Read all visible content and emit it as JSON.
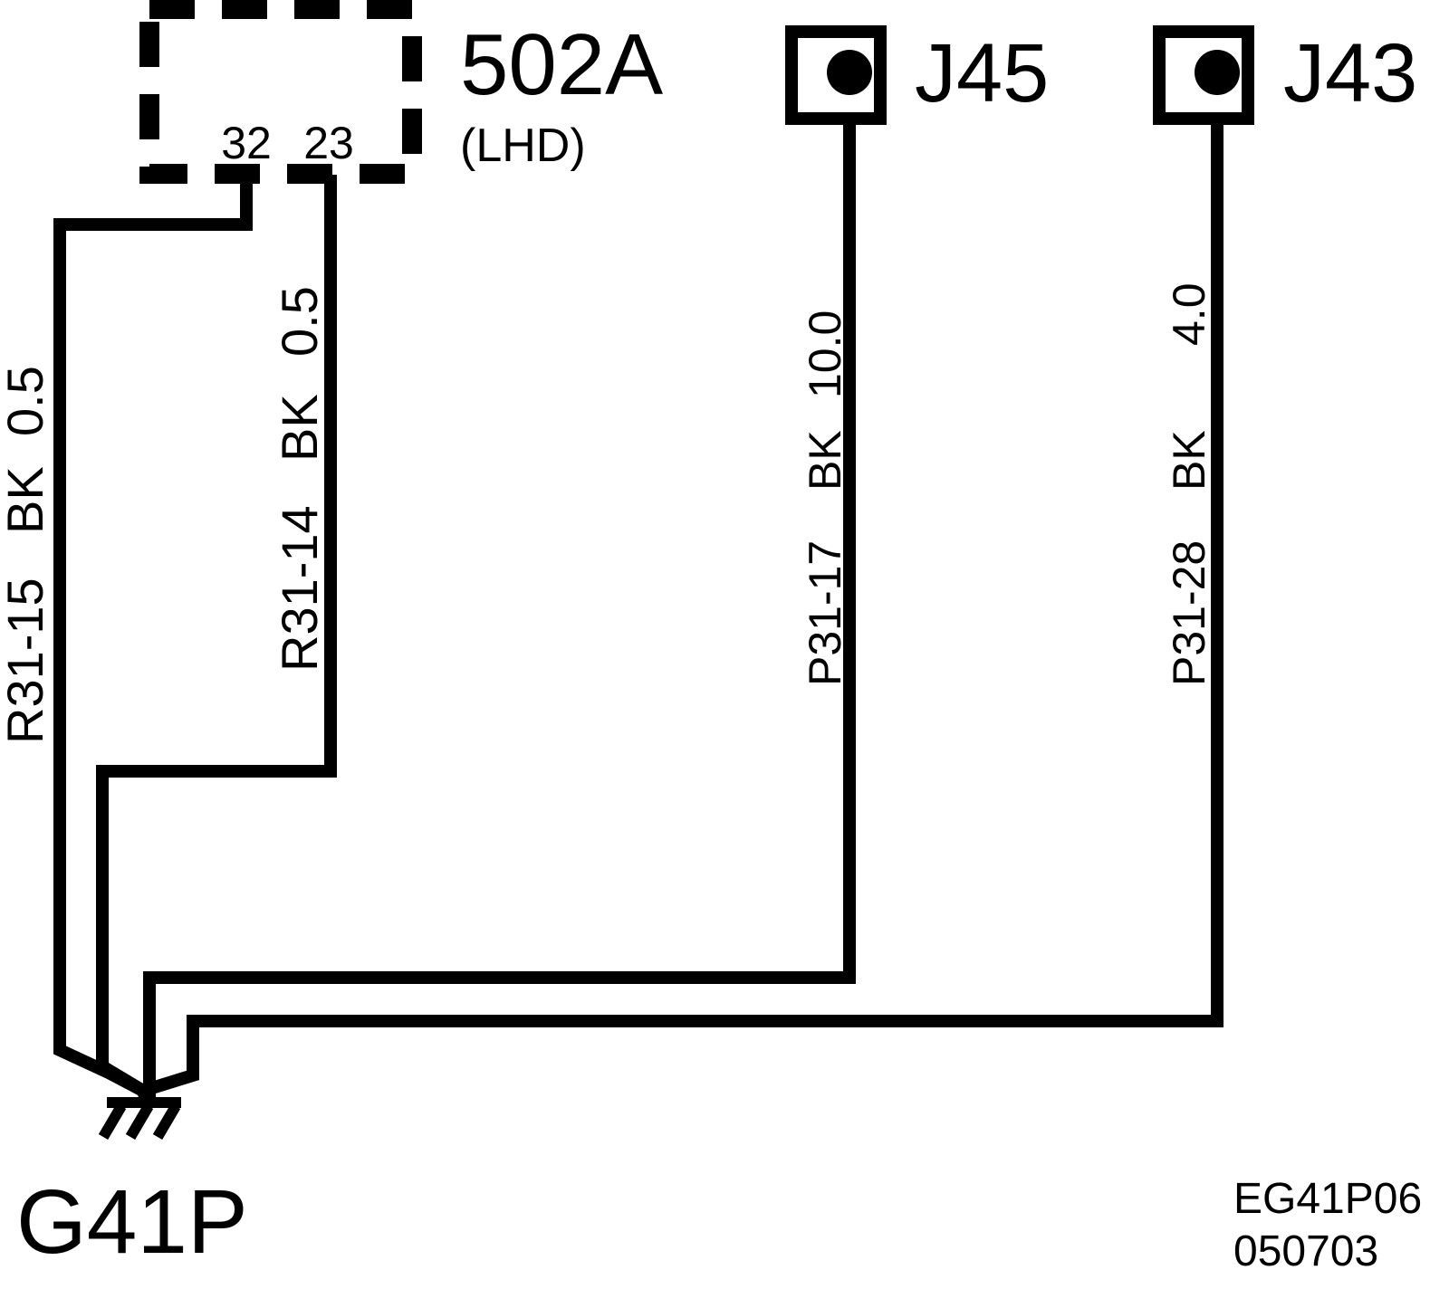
{
  "colors": {
    "ink": "#000000",
    "background": "#ffffff"
  },
  "component_502a": {
    "name": "502A",
    "note": "(LHD)",
    "pin_32": "32",
    "pin_23": "23"
  },
  "jack_j45": {
    "name": "J45",
    "icon": "jack-terminal-icon"
  },
  "jack_j43": {
    "name": "J43",
    "icon": "jack-terminal-icon"
  },
  "ground": {
    "name": "G41P",
    "icon": "ground-symbol-icon"
  },
  "wires": [
    {
      "circuit": "R31-15",
      "color": "BK",
      "size": "0.5"
    },
    {
      "circuit": "R31-14",
      "color": "BK",
      "size": "0.5"
    },
    {
      "circuit": "P31-17",
      "color": "BK",
      "size": "10.0"
    },
    {
      "circuit": "P31-28",
      "color": "BK",
      "size": "4.0"
    }
  ],
  "drawing_id": {
    "code": "EG41P06",
    "date": "050703"
  }
}
